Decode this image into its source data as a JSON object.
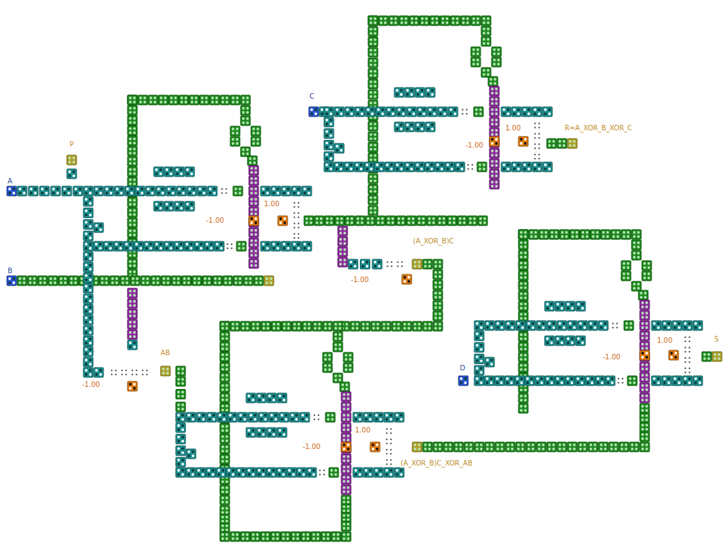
{
  "diagram": {
    "labels": [
      "P",
      "A",
      "B",
      "1.00",
      "-1.00",
      "C",
      "1.00",
      "-1.00",
      "R=A_XOR_B_XOR_C",
      "(A_XOR_B)C",
      "-1.00",
      "AB",
      "-1.00",
      "D",
      "1.00",
      "-1.00",
      "S",
      "1.00",
      "-1.00",
      "(A_XOR_B)C_XOR_AB"
    ]
  }
}
